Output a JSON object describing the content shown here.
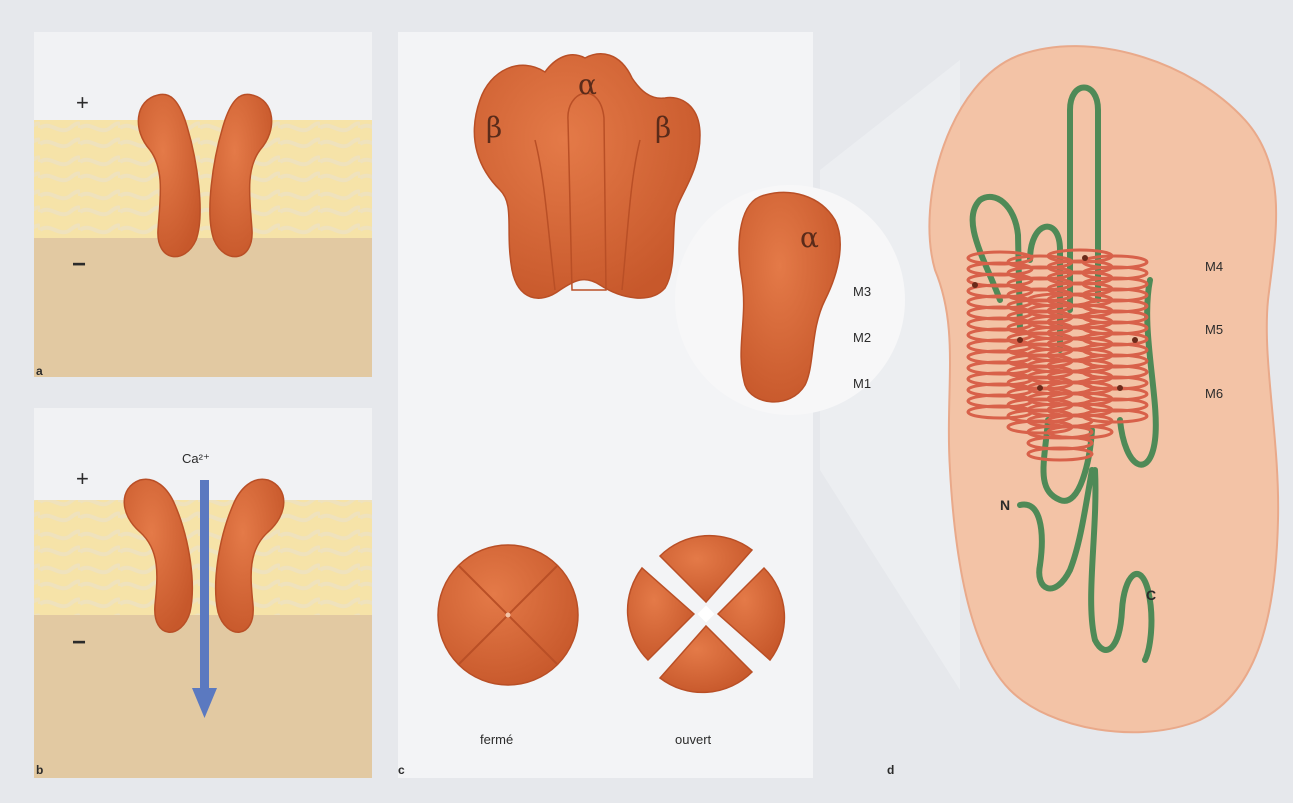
{
  "panels": {
    "a": {
      "letter": "a",
      "plus_sign": "+",
      "minus_sign": "−"
    },
    "b": {
      "letter": "b",
      "plus_sign": "+",
      "minus_sign": "−",
      "ion_label": "Ca²⁺"
    },
    "c": {
      "letter": "c",
      "subunit_alpha": "α",
      "subunit_beta_left": "β",
      "subunit_beta_right": "β",
      "inset_alpha": "α",
      "segments": [
        "M3",
        "M2",
        "M1"
      ],
      "closed_label": "fermé",
      "open_label": "ouvert"
    },
    "d": {
      "letter": "d",
      "segments": [
        "M4",
        "M5",
        "M6"
      ],
      "n_terminus": "N",
      "c_terminus": "C"
    }
  },
  "colors": {
    "protein": "#d8683a",
    "protein_dark": "#b94f26",
    "membrane": "#f6e3a8",
    "cytoplasm": "#e2c9a2",
    "extracellular": "#f1f2f4",
    "panel_bg": "#f3f4f6",
    "zoom_bg": "#f3c3a6",
    "chain_green": "#4f8a57",
    "helix_red": "#d8614a",
    "arrow_blue": "#5b79c0"
  }
}
